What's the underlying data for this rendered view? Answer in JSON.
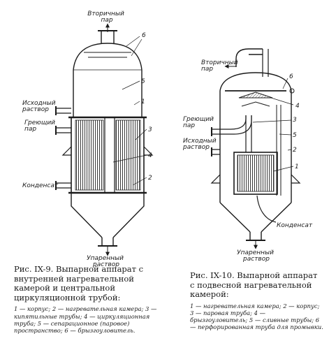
{
  "figure_left": {
    "labels": {
      "vtorichny_par": "Вторичный\nпар",
      "iskhodny_rastvor": "Исходный\nраствор",
      "greyushchy_par": "Греющий\nпар",
      "kondensat": "Конденсат",
      "uparenny_rastvor": "Упаренный\nраствор"
    },
    "numbers": [
      "6",
      "5",
      "1",
      "3",
      "4",
      "2"
    ],
    "caption": {
      "title": "Рис. IX-9. Выпарной аппарат с внутренней нагревательной камерой и центральной циркуляционной трубой:",
      "legend": "1 — корпус; 2 — нагревательная камера; 3 — кипятильные трубы; 4 — циркуляционная труба; 5 — сепарационное (паровое) пространство; 6 — брызгоуловитель."
    }
  },
  "figure_right": {
    "labels": {
      "vtorichny_par": "Вторичный\nпар",
      "greyushchy_par": "Греющий\nпар",
      "iskhodny_rastvor": "Исходный\nраствор",
      "kondensat": "Конденсат",
      "uparenny_rastvor": "Упаренный\nраствор"
    },
    "numbers": [
      "6",
      "4",
      "3",
      "5",
      "2",
      "1"
    ],
    "caption": {
      "title": "Рис. IX-10. Выпарной аппарат с подвесной нагревательной камерой:",
      "legend": "1 — нагревательная камера; 2 — корпус; 3 — паровая труба; 4 — брызгоуловитель; 5 — сливные трубы; 6 — перфорированная труба для промывки."
    }
  }
}
